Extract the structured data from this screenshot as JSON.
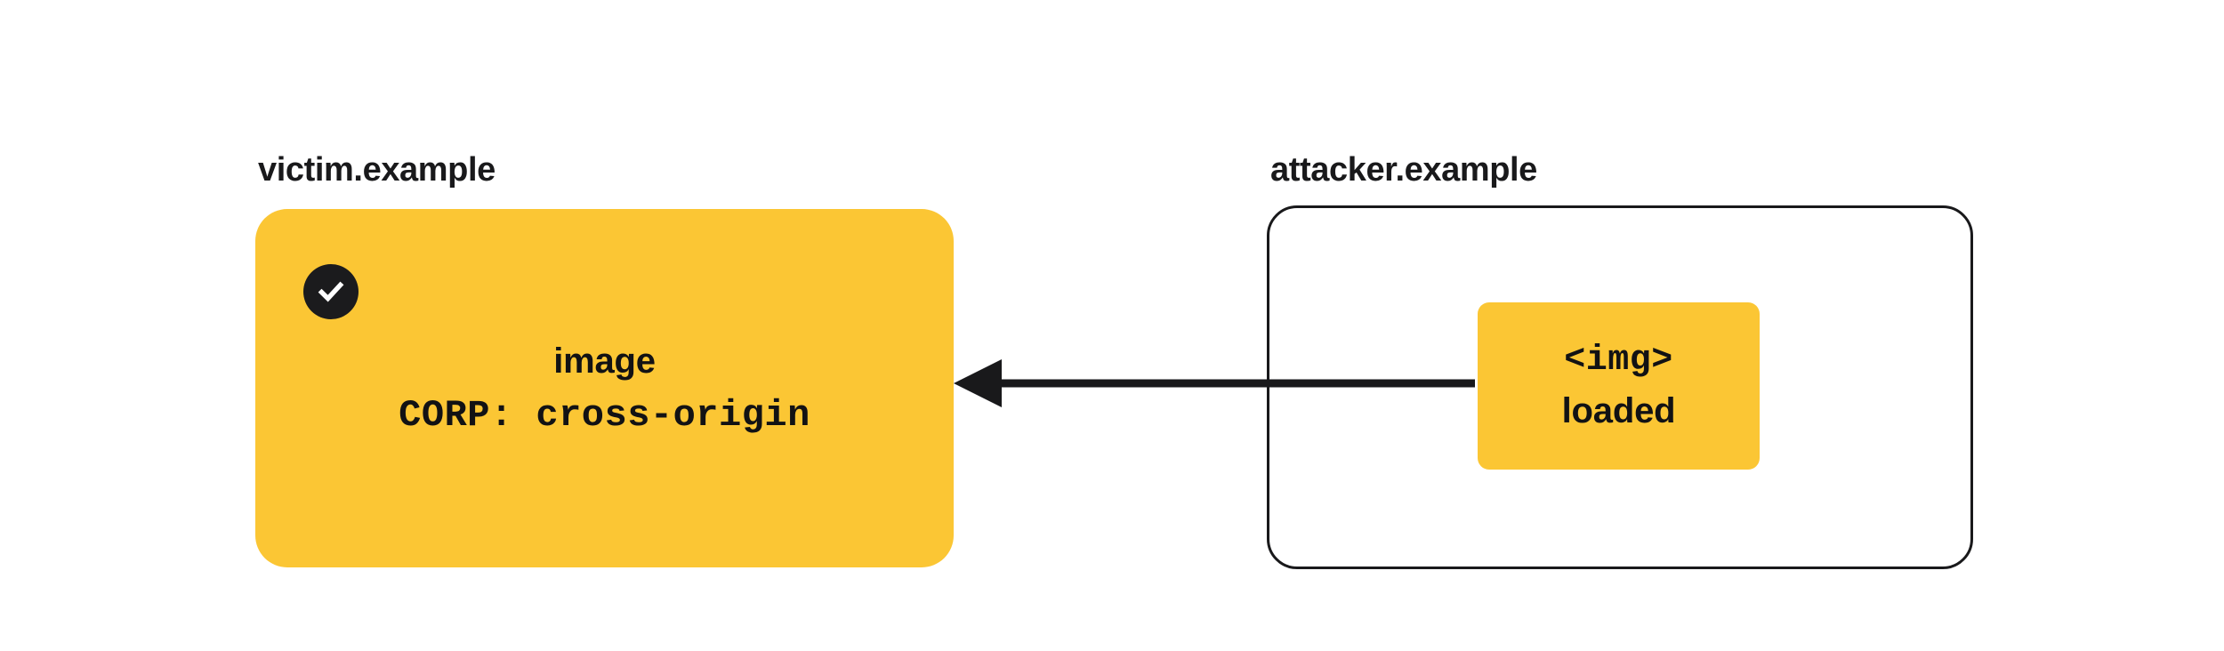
{
  "diagram": {
    "background_color": "#ffffff",
    "accent_color": "#fbc634",
    "ink_color": "#19191b"
  },
  "victim": {
    "origin_label": "victim.example",
    "badge_icon": "check-circle-icon",
    "resource_name": "image",
    "header_line": "CORP: cross-origin"
  },
  "attacker": {
    "origin_label": "attacker.example",
    "element_tag": "<img>",
    "element_state": "loaded"
  },
  "arrow": {
    "icon": "arrow-left-icon",
    "direction": "right-to-left",
    "from": "attacker.example <img>",
    "to": "victim.example image"
  }
}
